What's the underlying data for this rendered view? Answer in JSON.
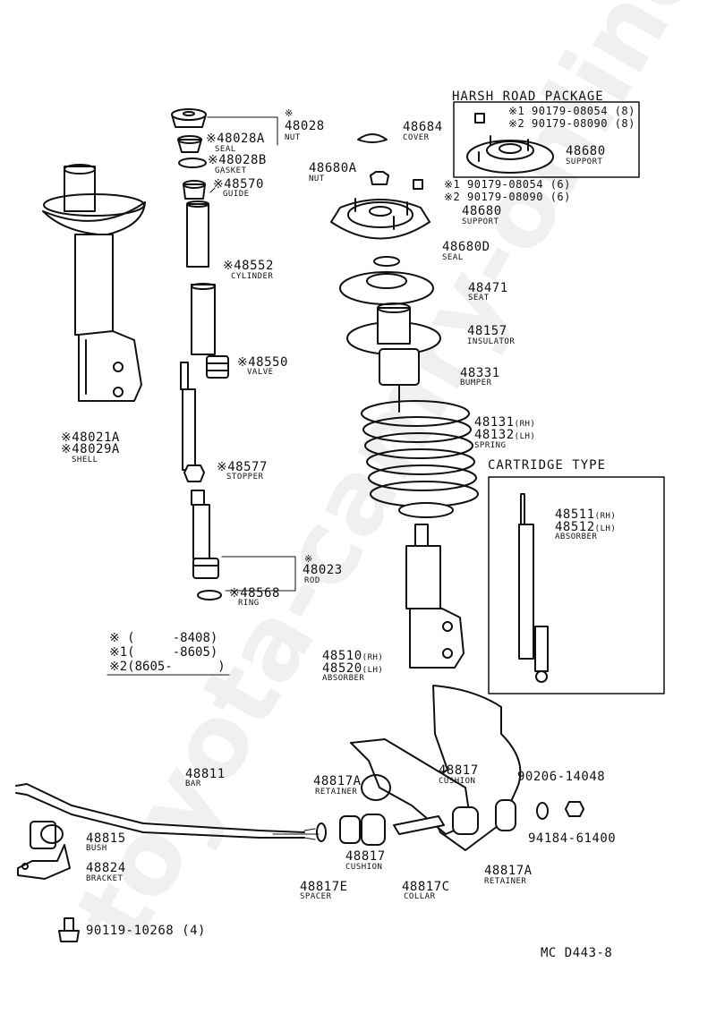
{
  "watermark": "toyota-camry-online.ru",
  "headers": {
    "harsh_road": "HARSH ROAD PACKAGE",
    "cartridge": "CARTRIDGE TYPE"
  },
  "harsh_road_parts": {
    "line1": "※1 90179-08054 (8)",
    "line2": "※2 90179-08090 (8)",
    "support_no": "48680",
    "support_name": "SUPPORT"
  },
  "parts": {
    "p48028_mark": "※",
    "p48028": "48028",
    "p48028_name": "NUT",
    "p48028a": "※48028A",
    "p48028a_name": "SEAL",
    "p48028b": "※48028B",
    "p48028b_name": "GASKET",
    "p48570": "※48570",
    "p48570_name": "GUIDE",
    "p48552": "※48552",
    "p48552_name": "CYLINDER",
    "p48550": "※48550",
    "p48550_name": "VALVE",
    "p48021a": "※48021A",
    "p48029a": "※48029A",
    "shell_name": "SHELL",
    "p48577": "※48577",
    "p48577_name": "STOPPER",
    "p48023_mark": "※",
    "p48023": "48023",
    "p48023_name": "ROD",
    "p48568": "※48568",
    "p48568_name": "RING",
    "p48684": "48684",
    "p48684_name": "COVER",
    "p48680a": "48680A",
    "p48680a_name": "NUT",
    "p90179_1": "※1 90179-08054 (6)",
    "p90179_2": "※2 90179-08090 (6)",
    "p48680": "48680",
    "p48680_name": "SUPPORT",
    "p48680d": "48680D",
    "p48680d_name": "SEAL",
    "p48471": "48471",
    "p48471_name": "SEAT",
    "p48157": "48157",
    "p48157_name": "INSULATOR",
    "p48331": "48331",
    "p48331_name": "BUMPER",
    "p48131": "48131",
    "p48131_side": "(RH)",
    "p48132": "48132",
    "p48132_side": "(LH)",
    "spring_name": "SPRING",
    "p48511": "48511",
    "p48511_side": "(RH)",
    "p48512": "48512",
    "p48512_side": "(LH)",
    "cart_absorber_name": "ABSORBER",
    "p48510": "48510",
    "p48510_side": "(RH)",
    "p48520": "48520",
    "p48520_side": "(LH)",
    "absorber_name": "ABSORBER",
    "p48811": "48811",
    "p48811_name": "BAR",
    "p48815": "48815",
    "p48815_name": "BUSH",
    "p48824": "48824",
    "p48824_name": "BRACKET",
    "p90119": "90119-10268 (4)",
    "p48817a_l": "48817A",
    "p48817a_l_name": "RETAINER",
    "p48817_top": "48817",
    "p48817_top_name": "CUSHION",
    "p90206": "90206-14048",
    "p94184": "94184-61400",
    "p48817_bot": "48817",
    "p48817_bot_name": "CUSHION",
    "p48817e": "48817E",
    "p48817e_name": "SPACER",
    "p48817c": "48817C",
    "p48817c_name": "COLLAR",
    "p48817a_r": "48817A",
    "p48817a_r_name": "RETAINER"
  },
  "legend": {
    "row0": "※ (     -8408)",
    "row1": "※1(     -8605)",
    "row2": "※2(8605-      )"
  },
  "diagram_code": "MC D443-8"
}
